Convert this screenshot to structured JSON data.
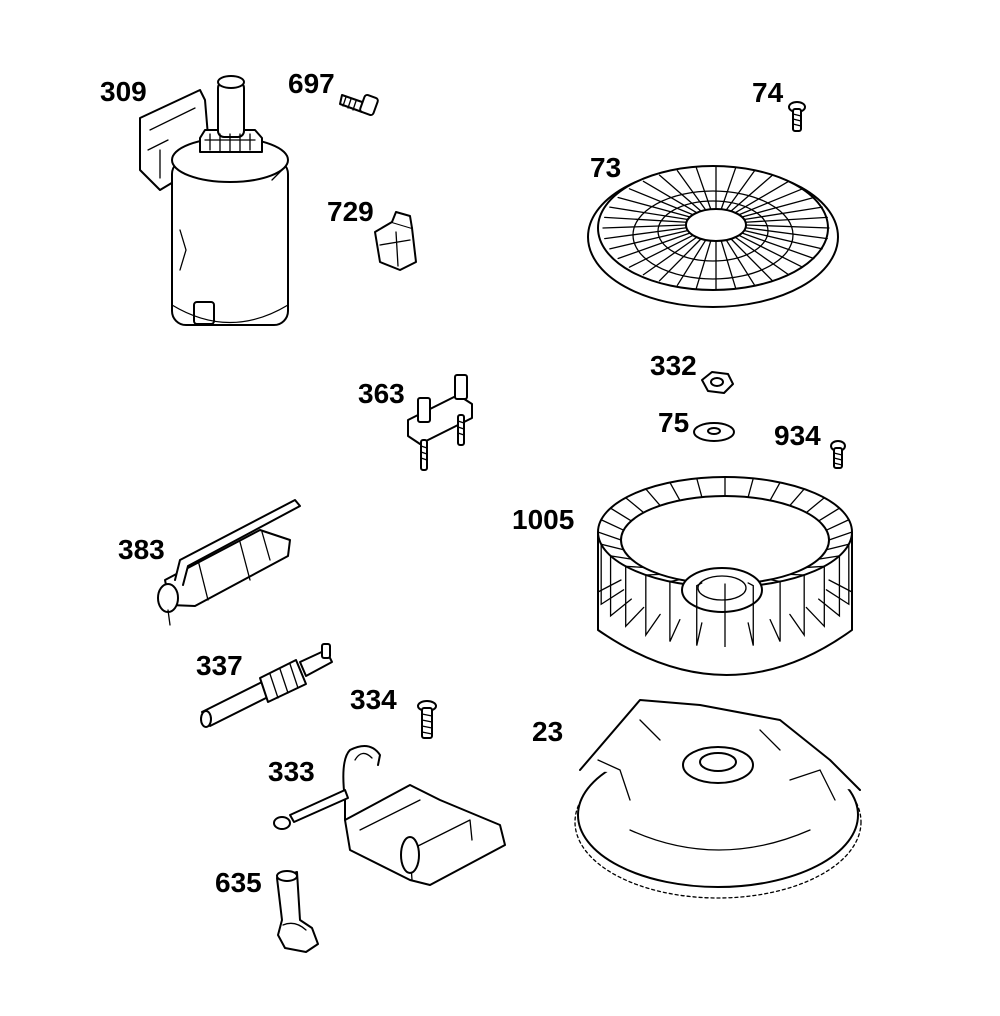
{
  "diagram": {
    "parts": [
      {
        "id": "309",
        "label": "309",
        "icon": "starter-motor-icon"
      },
      {
        "id": "697",
        "label": "697",
        "icon": "screw-icon"
      },
      {
        "id": "729",
        "label": "729",
        "icon": "clip-icon"
      },
      {
        "id": "74",
        "label": "74",
        "icon": "screw-icon"
      },
      {
        "id": "73",
        "label": "73",
        "icon": "blower-screen-icon"
      },
      {
        "id": "332",
        "label": "332",
        "icon": "nut-icon"
      },
      {
        "id": "75",
        "label": "75",
        "icon": "washer-icon"
      },
      {
        "id": "934",
        "label": "934",
        "icon": "screw-icon"
      },
      {
        "id": "363",
        "label": "363",
        "icon": "bracket-icon"
      },
      {
        "id": "1005",
        "label": "1005",
        "icon": "fan-icon"
      },
      {
        "id": "383",
        "label": "383",
        "icon": "tube-icon"
      },
      {
        "id": "337",
        "label": "337",
        "icon": "spark-plug-icon"
      },
      {
        "id": "334",
        "label": "334",
        "icon": "screw-icon"
      },
      {
        "id": "23",
        "label": "23",
        "icon": "flywheel-icon"
      },
      {
        "id": "333",
        "label": "333",
        "icon": "ignition-coil-icon"
      },
      {
        "id": "635",
        "label": "635",
        "icon": "boot-icon"
      }
    ]
  }
}
